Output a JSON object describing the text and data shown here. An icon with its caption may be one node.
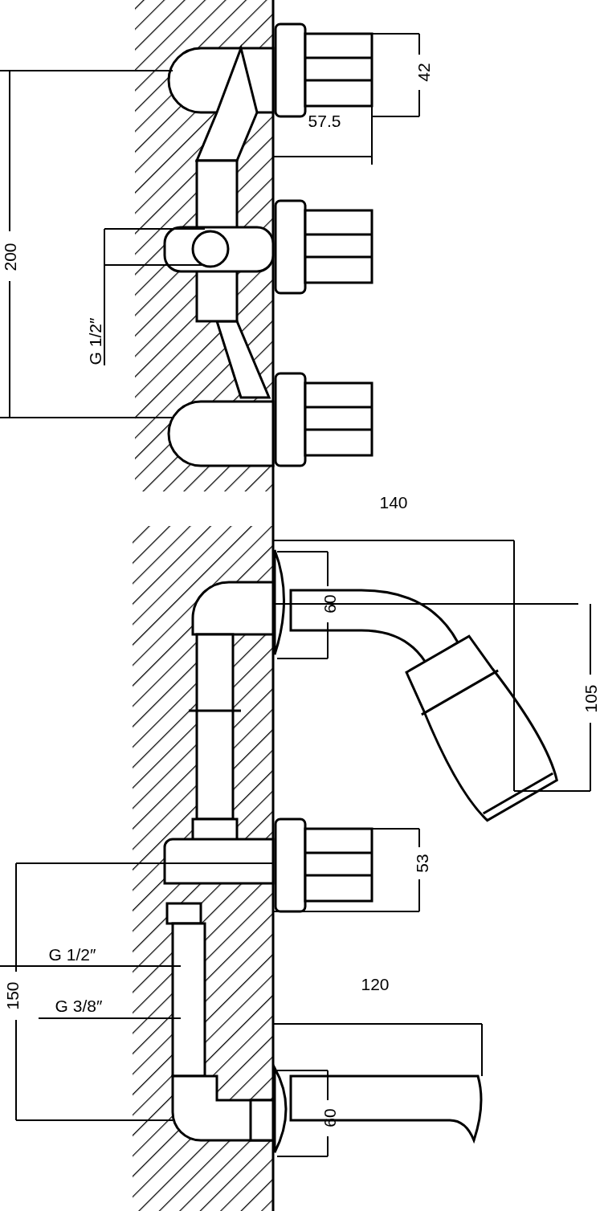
{
  "diagram": {
    "labels": [
      "42",
      "57.5",
      "200",
      "G 1/2″",
      "140",
      "60",
      "105",
      "53",
      "150",
      "G 1/2″",
      "120",
      "G 3/8″",
      "60"
    ]
  }
}
